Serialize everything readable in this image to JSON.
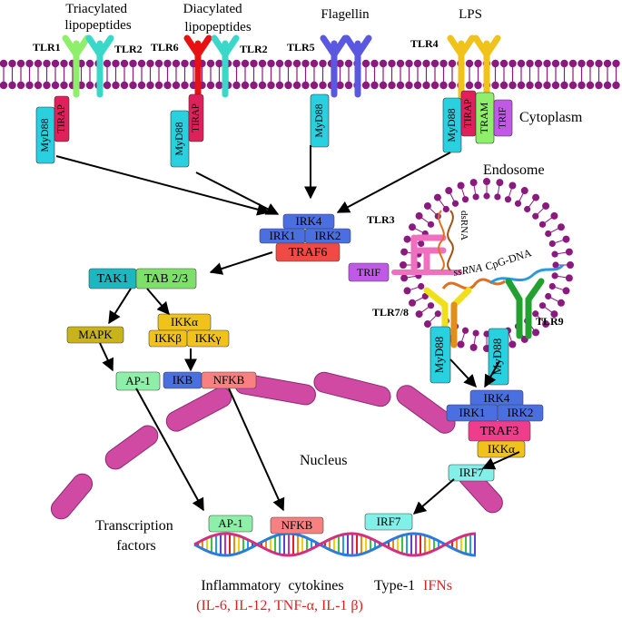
{
  "ligands": {
    "triacylated": [
      "Triacylated",
      "lipopeptides"
    ],
    "diacylated": [
      "Diacylated",
      "lipopeptides"
    ],
    "flagellin": "Flagellin",
    "lps": "LPS"
  },
  "receptors": {
    "tlr1": "TLR1",
    "tlr2a": "TLR2",
    "tlr6": "TLR6",
    "tlr2b": "TLR2",
    "tlr5": "TLR5",
    "tlr4": "TLR4",
    "tlr3": "TLR3",
    "tlr78": "TLR7/8",
    "tlr9": "TLR9"
  },
  "adaptors": {
    "myd88": "MyD88",
    "tirap": "TIRAP",
    "tram": "TRAM",
    "trif": "TRIF"
  },
  "compartments": {
    "cytoplasm": "Cytoplasm",
    "endosome": "Endosome",
    "nucleus": "Nucleus",
    "transcription": [
      "Transcription",
      "factors"
    ]
  },
  "nucleic": {
    "dsrna": "dsRNA",
    "ssrna": "ssRNA",
    "cpg": "CpG-DNA"
  },
  "complex1": {
    "irk4": "IRK4",
    "irk1": "IRK1",
    "irk2": "IRK2",
    "traf6": "TRAF6"
  },
  "complex2": {
    "irk4": "IRK4",
    "irk1": "IRK1",
    "irk2": "IRK2",
    "traf3": "TRAF3",
    "ikka": "IKKα"
  },
  "signaling": {
    "tak1": "TAK1",
    "tab": "TAB 2/3",
    "mapk": "MAPK",
    "ikka": "IKKα",
    "ikkb": "IKKβ",
    "ikkg": "IKKγ",
    "ap1": "AP-1",
    "ikb": "IKB",
    "nfkb": "NFKB",
    "irf7": "IRF7"
  },
  "nuclear": {
    "ap1": "AP-1",
    "nfkb": "NFKB",
    "irf7": "IRF7"
  },
  "outputs": {
    "inflammatory": "Inflammatory  cytokines",
    "cytokine_list": "(IL-6, IL-12, TNF-α, IL-1 β)",
    "type1": "Type-1",
    "ifns": "IFNs"
  },
  "colors": {
    "membrane": "#8b1a7f",
    "myd88": "#29d0e0",
    "tirap": "#e0205a",
    "tram": "#8ef06a",
    "trif": "#c05ae6",
    "irk": "#4a6fe0",
    "traf6": "#f04a44",
    "traf3": "#f03c8c",
    "ikk": "#f0c21a",
    "tak1": "#1cb8c0",
    "tab": "#7ee06a",
    "mapk": "#c8b41a",
    "ap1": "#8ef0a8",
    "nfkb": "#f88080",
    "irf7": "#80f0e8",
    "nucleus": "#d04aa4",
    "red_text": "#e02020"
  }
}
